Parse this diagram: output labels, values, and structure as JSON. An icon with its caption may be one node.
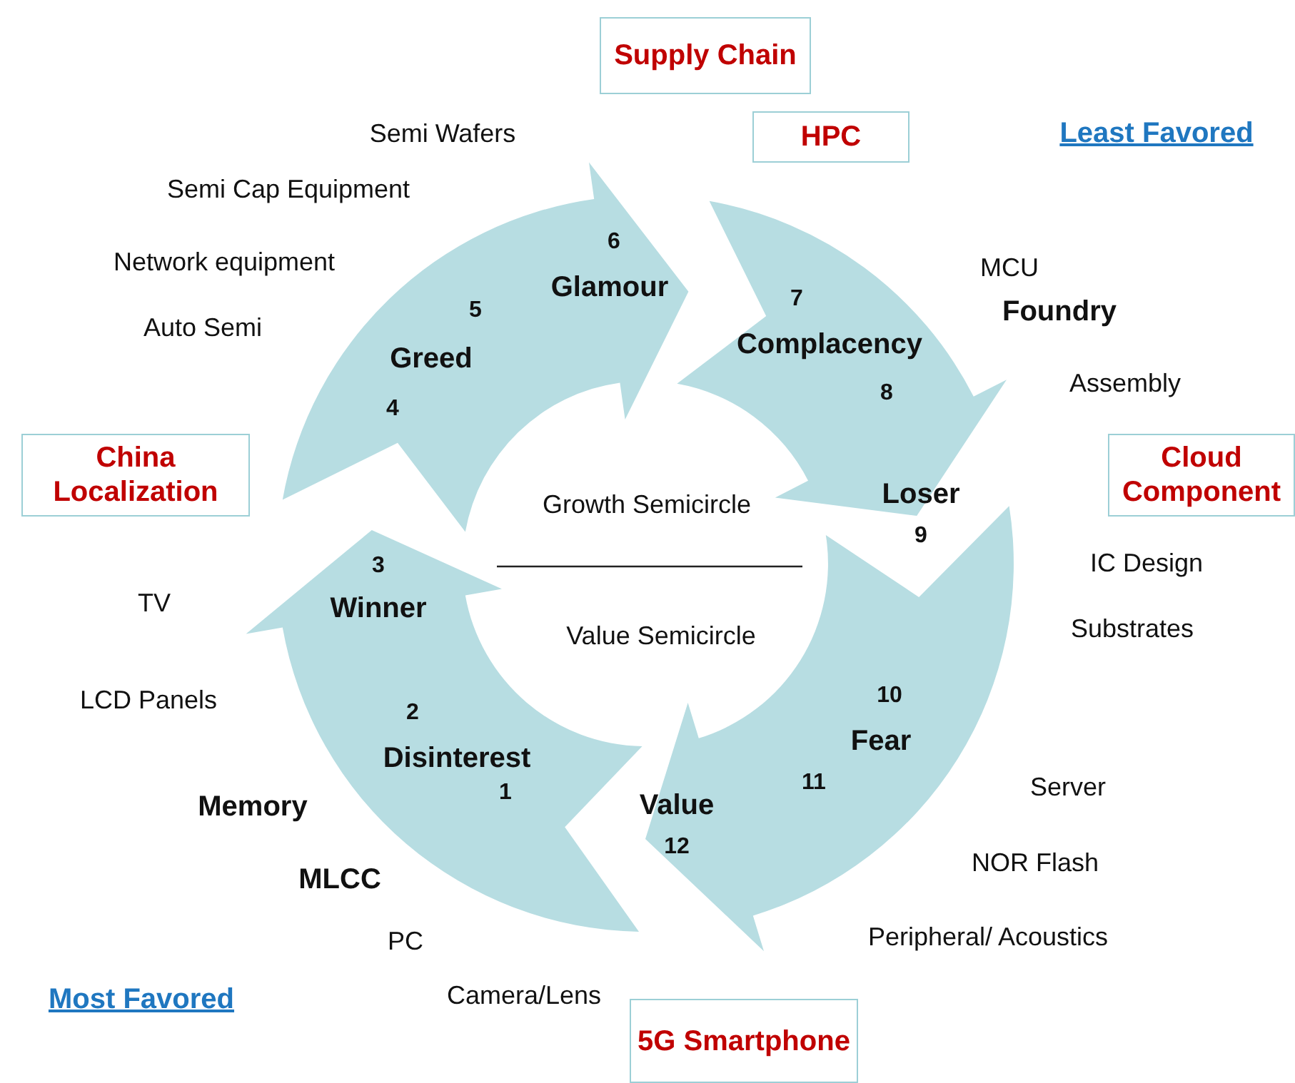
{
  "diagram": {
    "nodes": [
      {
        "text": [
          "Supply Chain"
        ]
      },
      {
        "text": [
          "HPC"
        ]
      },
      {
        "text": [
          "China Localization"
        ]
      },
      {
        "text": [
          "Cloud Component"
        ]
      },
      {
        "text": [
          "5G Smartphone"
        ]
      }
    ],
    "edges": [],
    "labels": [
      "Semi Wafers",
      "Least Favored",
      "Semi Cap Equipment",
      "6",
      "Network equipment",
      "MCU",
      "Glamour",
      "7",
      "5",
      "Foundry",
      "Auto Semi",
      "Complacency",
      "Greed",
      "Assembly",
      "8",
      "4",
      "Loser",
      "Growth Semicircle",
      "9",
      "3",
      "IC Design",
      "TV",
      "Winner",
      "Value Semicircle",
      "Substrates",
      "10",
      "LCD Panels",
      "2",
      "Fear",
      "Disinterest",
      "11",
      "Server",
      "1",
      "Memory",
      "Value",
      "12",
      "NOR Flash",
      "MLCC",
      "Peripheral/ Acoustics",
      "PC",
      "Most Favored",
      "Camera/Lens"
    ]
  }
}
